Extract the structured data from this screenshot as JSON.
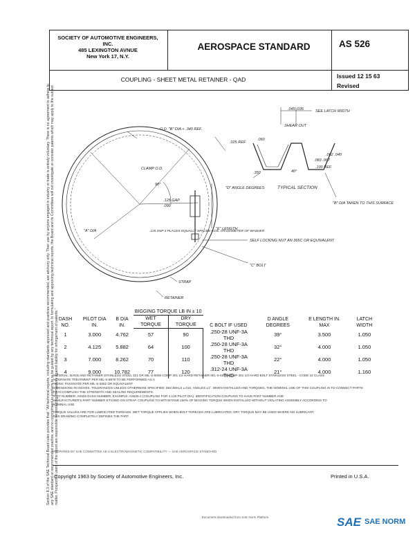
{
  "header": {
    "society_lines": [
      "SOCIETY OF AUTOMOTIVE ENGINEERS, INC.",
      "485 LEXINGTON AVNUE",
      "New York 17, N.Y."
    ],
    "standard_title": "AEROSPACE STANDARD",
    "standard_number": "AS  526",
    "doc_title": "COUPLING - SHEET METAL RETAINER - QAD",
    "issued": "Issued 12 15 63",
    "revised": "Revised"
  },
  "side_note": [
    "Section 8.3 of the SAE Technical Board rules provides that: \"All technical reports, including standards approved and practices recommended, are advisory only. Their use by anyone engaged in industry or trade is entirely voluntary. There is no agreement to adhere to any SAE standard or recommended practice, and no commitment to conform to or be guided by any technical report. In formulating and approving technical reports, the Board and its Committees will not investigate or consider patents which may apply to the subject matter. Prospective users of the report are responsible for protecting themselves against liability for infringement of patents.\""
  ],
  "drawing_labels": {
    "see_latch_width": "SEE LATCH WIDTH",
    "od_b_dia": "O.D. \"B\" DIA + .340 REF.",
    "clamp_od": "CLAMP O.D.",
    "angle_90": "90°",
    "d_angle": "\"D\" ANGLE DEGREES",
    "gap": ".125 GAP",
    "gap2": ".090",
    "typical_section": "TYPICAL SECTION",
    "a_dia": "\"A\" DIA",
    "e_length": "\"E\" LENGTH",
    "spot_weld": ".125 SNP 3 PLACES EQUALLY SPACED COS. ON DIAMETER OF WASHER",
    "self_locking": "SELF LOCKING NUT AN 365C OR EQUIVALENT",
    "c_bolt": "\"C\" BOLT",
    "strap": "STRAP",
    "retainer": "RETAINER",
    "b_dia_taken": "\"B\" DIA TAKEN TO THIS SURFACE",
    "dim_045": ".045 .035",
    "shear_out": "SHEAR OUT",
    "dim_060": ".060",
    "dim_025": ".025 REF",
    "dim_350": ".350",
    "dim_083": ".083 .067",
    "dim_40": "40°",
    "dim_100": ".100 REF",
    "dim_r": ".062 .040"
  },
  "table": {
    "headers": [
      "DASH NO.",
      "PILOT DIA IN.",
      "B DIA IN.",
      "BIGGING TORQUE LB IN ± 10",
      "C BOLT IF USED",
      "D ANGLE DEGREES",
      "E LENGTH IN. MAX",
      "LATCH WIDTH"
    ],
    "subheaders": [
      "WET TORQUE",
      "DRY TORQUE"
    ],
    "rows": [
      [
        "1",
        "3.000",
        "4.762",
        "57",
        "90",
        ".250-28 UNF-3A THD",
        "39°",
        "3.500",
        "1.050"
      ],
      [
        "2",
        "4.125",
        "5.882",
        "64",
        "100",
        ".250-28 UNF-3A THD",
        "32°",
        "4.000",
        "1.050"
      ],
      [
        "3",
        "7.000",
        "8.262",
        "70",
        "110",
        ".250-28 UNF-3A THD",
        "22°",
        "4.000",
        "1.050"
      ],
      [
        "4",
        "9.000",
        "10.782",
        "77",
        "120",
        ".312-24 UNF-3A THD",
        "21°",
        "4.000",
        "1.160"
      ]
    ]
  },
  "notes": [
    "MATERIAL: BAND AND RETAINER STAINLESS STEEL 321 OR MIL-S-5059 COMP 301 1/2 HARD RETAINER MIL-S-5059 COMP 301 1/2 HARD BOLT STAINLESS STEEL - CODE 22 CLASS",
    "ALTERNATE TREATMENT PER MIL-S-8879 TO BE PERFORMED AS A",
    "FINISH: PASSIVATE PER MIL-S-5002 OR EQUIVALENT",
    "DIMENSIONS IN INCHES. TOLERANCES UNLESS OTHERWISE SPECIFIED: DECIMALS ±.010, ANGLES ±1°. WHEN INSTALLED AND TORQUED, THE NOMINAL USE OF THIS COUPLING IS TO CONNECT PARTS",
    "TO ACCOMPLISH THE STRENGTH AND SEALING REQUIREMENTS.",
    "PART NUMBER: AS526 DASH NUMBER, EXAMPLE: AS526-2 (COUPLING FOR 4.125 PILOT DIA). IDENTIFICATION COUPLING TO HAVE PART NUMBER AND",
    "MANUFACTURER'S PART NUMBER ETCHED ON STRAP. COUPLING TO WITHSTAND 150% OF BIGGING TORQUE WHEN INSTALLED WITHOUT VIOLATING ASSEMBLY ACCORDING TO",
    "NOMINAL USE.",
    "TORQUE VALUES ARE FOR LUBRICATED THREADS. WET TORQUE APPLIES WHEN BOLT THREADS ARE LUBRICATED. DRY TORQUE MAY BE USED WHERE NO LUBRICANT.",
    "THIS DRAWING COMPLETELY DEFINES THE PART."
  ],
  "rule_text": "PREPARED BY SAE COMMITTEE AE-4 ELECTROMAGNETIC COMPATIBILITY — SAE AEROSPACE STANDARD",
  "footer": {
    "copyright": "Copyright 1963 by Society of Automotive Engineers, Inc.",
    "printed": "Printed in U.S.A."
  },
  "watermark": "Document downloaded from SAE Norm Platform",
  "logo": {
    "mark": "SAE",
    "text": "SAE NORM",
    "color": "#1f6fb5"
  }
}
